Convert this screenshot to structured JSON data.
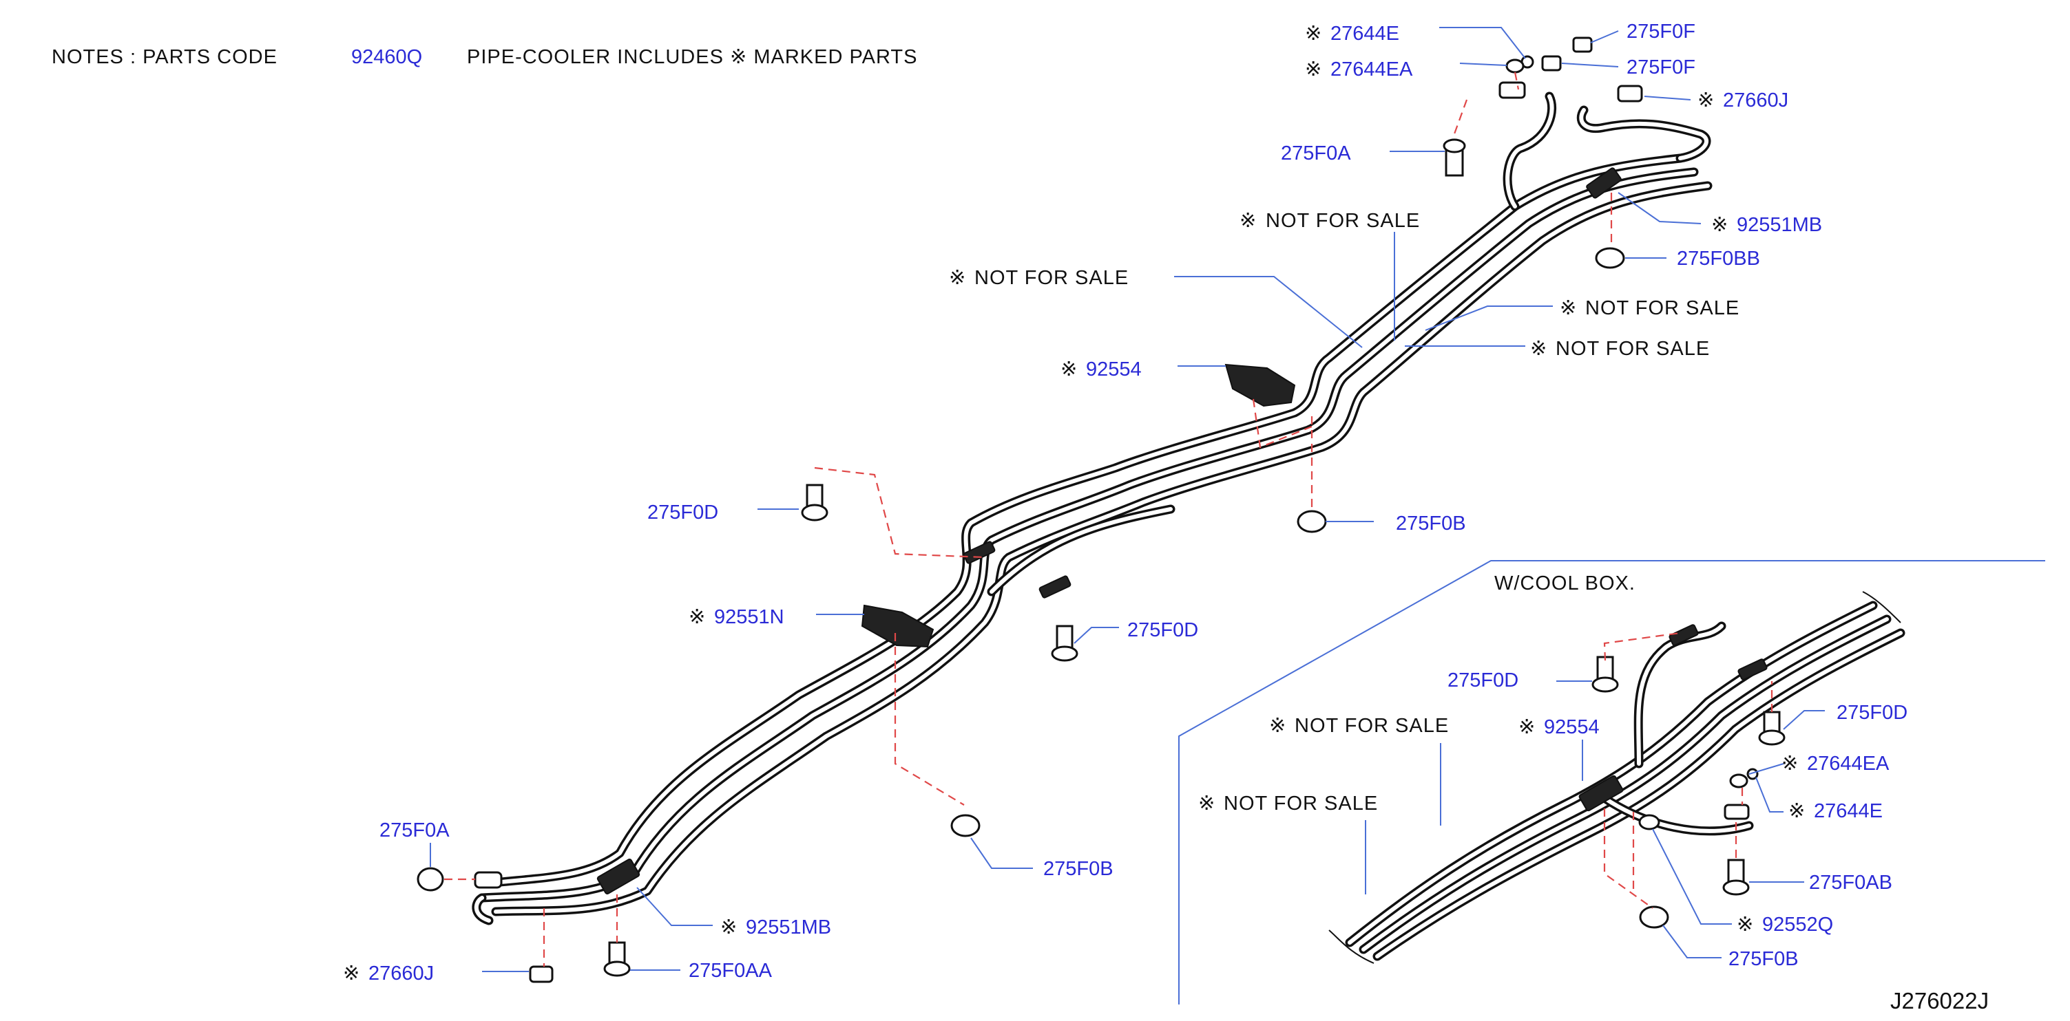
{
  "notes": {
    "prefix": "NOTES  :  PARTS  CODE",
    "code": "92460Q",
    "suffix": "PIPE-COOLER  INCLUDES  ※ MARKED  PARTS"
  },
  "labels": {
    "p27644e_top": "27644E",
    "p27644ea_top": "27644EA",
    "p275f0f_1": "275F0F",
    "p275f0f_2": "275F0F",
    "p27660j_top": "27660J",
    "p275f0a_top": "275F0A",
    "p92551mb_top": "92551MB",
    "p275f0bb": "275F0BB",
    "p92554_main": "92554",
    "p275f0d_left": "275F0D",
    "p275f0b_mid": "275F0B",
    "p92551n": "92551N",
    "p275f0d_mid": "275F0D",
    "p275f0a_bot": "275F0A",
    "p275f0b_bot": "275F0B",
    "p92551mb_bot": "92551MB",
    "p27660j_bot": "27660J",
    "p275f0aa": "275F0AA",
    "inset_275f0d_1": "275F0D",
    "inset_92554": "92554",
    "inset_275f0d_2": "275F0D",
    "inset_27644ea": "27644EA",
    "inset_27644e": "27644E",
    "inset_275f0ab": "275F0AB",
    "inset_92552q": "92552Q",
    "inset_275f0b": "275F0B"
  },
  "marker": "※",
  "not_for_sale": "NOT   FOR   SALE",
  "inset_title": "W/COOL   BOX.",
  "diagram_code": "J276022J"
}
